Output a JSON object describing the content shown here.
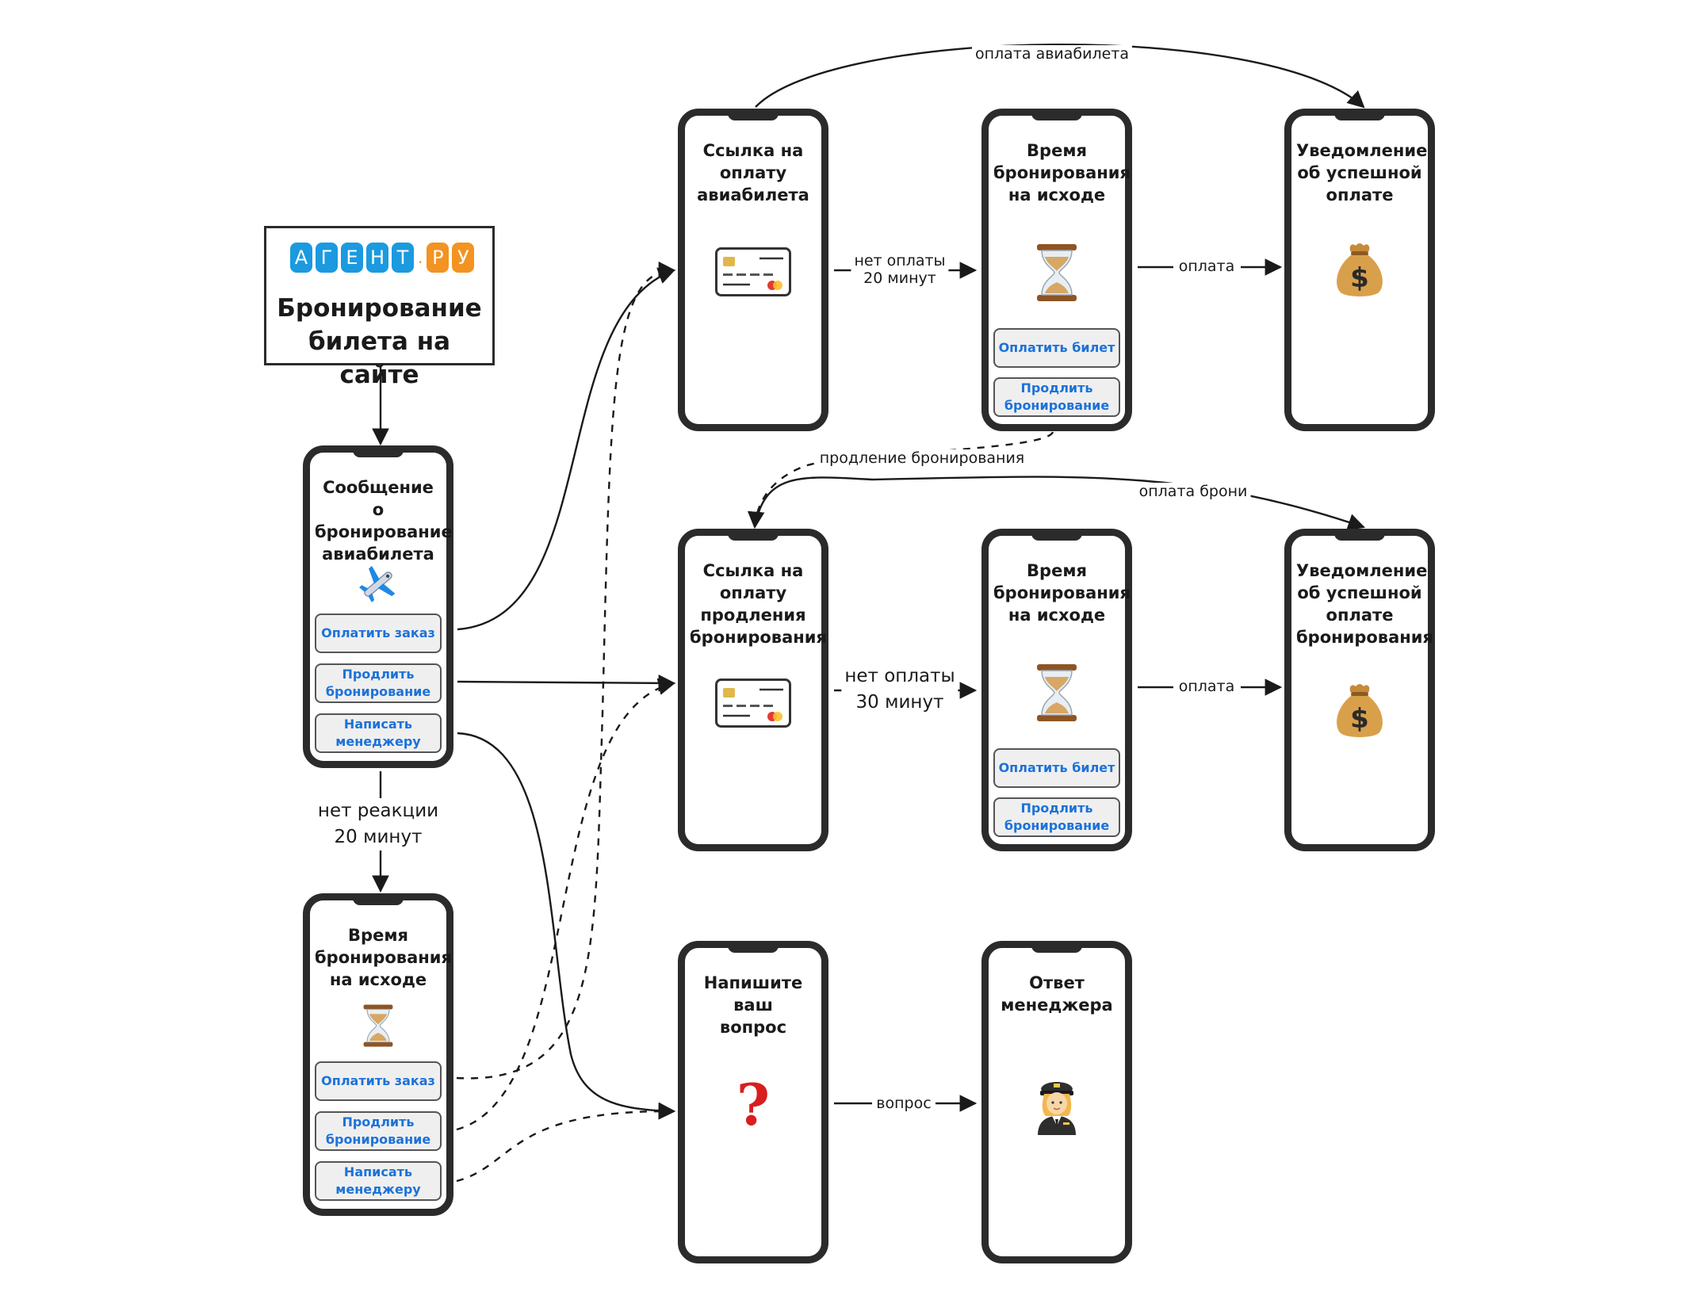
{
  "brand": {
    "logo_letters": [
      "А",
      "Г",
      "Е",
      "Н",
      "Т"
    ],
    "logo_dot": ".",
    "logo_suffix": [
      "Р",
      "У"
    ],
    "title": "Бронирование\nбилета на сайте"
  },
  "screens": {
    "message": {
      "title": "Сообщение о\nбронирование\nавиабилета",
      "icon": "airplane-icon",
      "buttons": [
        "Оплатить заказ",
        "Продлить\nбронирование",
        "Написать\nменеджеру"
      ]
    },
    "timeout_left": {
      "title": "Время\nбронирования\nна исходе",
      "icon": "hourglass-icon",
      "buttons": [
        "Оплатить заказ",
        "Продлить\nбронирование",
        "Написать\nменеджеру"
      ]
    },
    "pay_link": {
      "title": "Ссылка на\nоплату\nавиабилета",
      "icon": "credit-card-icon"
    },
    "timeout_top": {
      "title": "Время\nбронирования\nна исходе",
      "icon": "hourglass-icon",
      "buttons": [
        "Оплатить билет",
        "Продлить\nбронирование"
      ]
    },
    "success_top": {
      "title": "Уведомление\nоб успешной\nоплате",
      "icon": "money-bag-icon"
    },
    "extend_link": {
      "title": "Ссылка на\nоплату\nпродления\nбронирования",
      "icon": "credit-card-icon"
    },
    "timeout_mid": {
      "title": "Время\nбронирования\nна исходе",
      "icon": "hourglass-icon",
      "buttons": [
        "Оплатить билет",
        "Продлить\nбронирование"
      ]
    },
    "success_mid": {
      "title": "Уведомление\nоб успешной\nоплате\nбронирования",
      "icon": "money-bag-icon"
    },
    "question": {
      "title": "Напишите ваш\nвопрос",
      "icon": "question-mark-icon"
    },
    "manager": {
      "title": "Ответ\nменеджера",
      "icon": "pilot-icon"
    }
  },
  "edge_labels": {
    "pay_ticket": "оплата авиабилета",
    "no_pay_20": "нет оплаты\n20 минут",
    "payment_top": "оплата",
    "extend_booking": "продление бронирования",
    "pay_booking": "оплата брони",
    "no_pay_30": "нет оплаты\n30 минут",
    "payment_mid": "оплата",
    "no_reaction": "нет реакции\n20 минут",
    "question": "вопрос"
  },
  "colors": {
    "phone_frame": "#2b2b2b",
    "button_text": "#1c72d9",
    "button_bg": "#efefef",
    "logo_blue": "#1b9ae0",
    "logo_orange": "#f39321",
    "question_red": "#d81e1e"
  }
}
